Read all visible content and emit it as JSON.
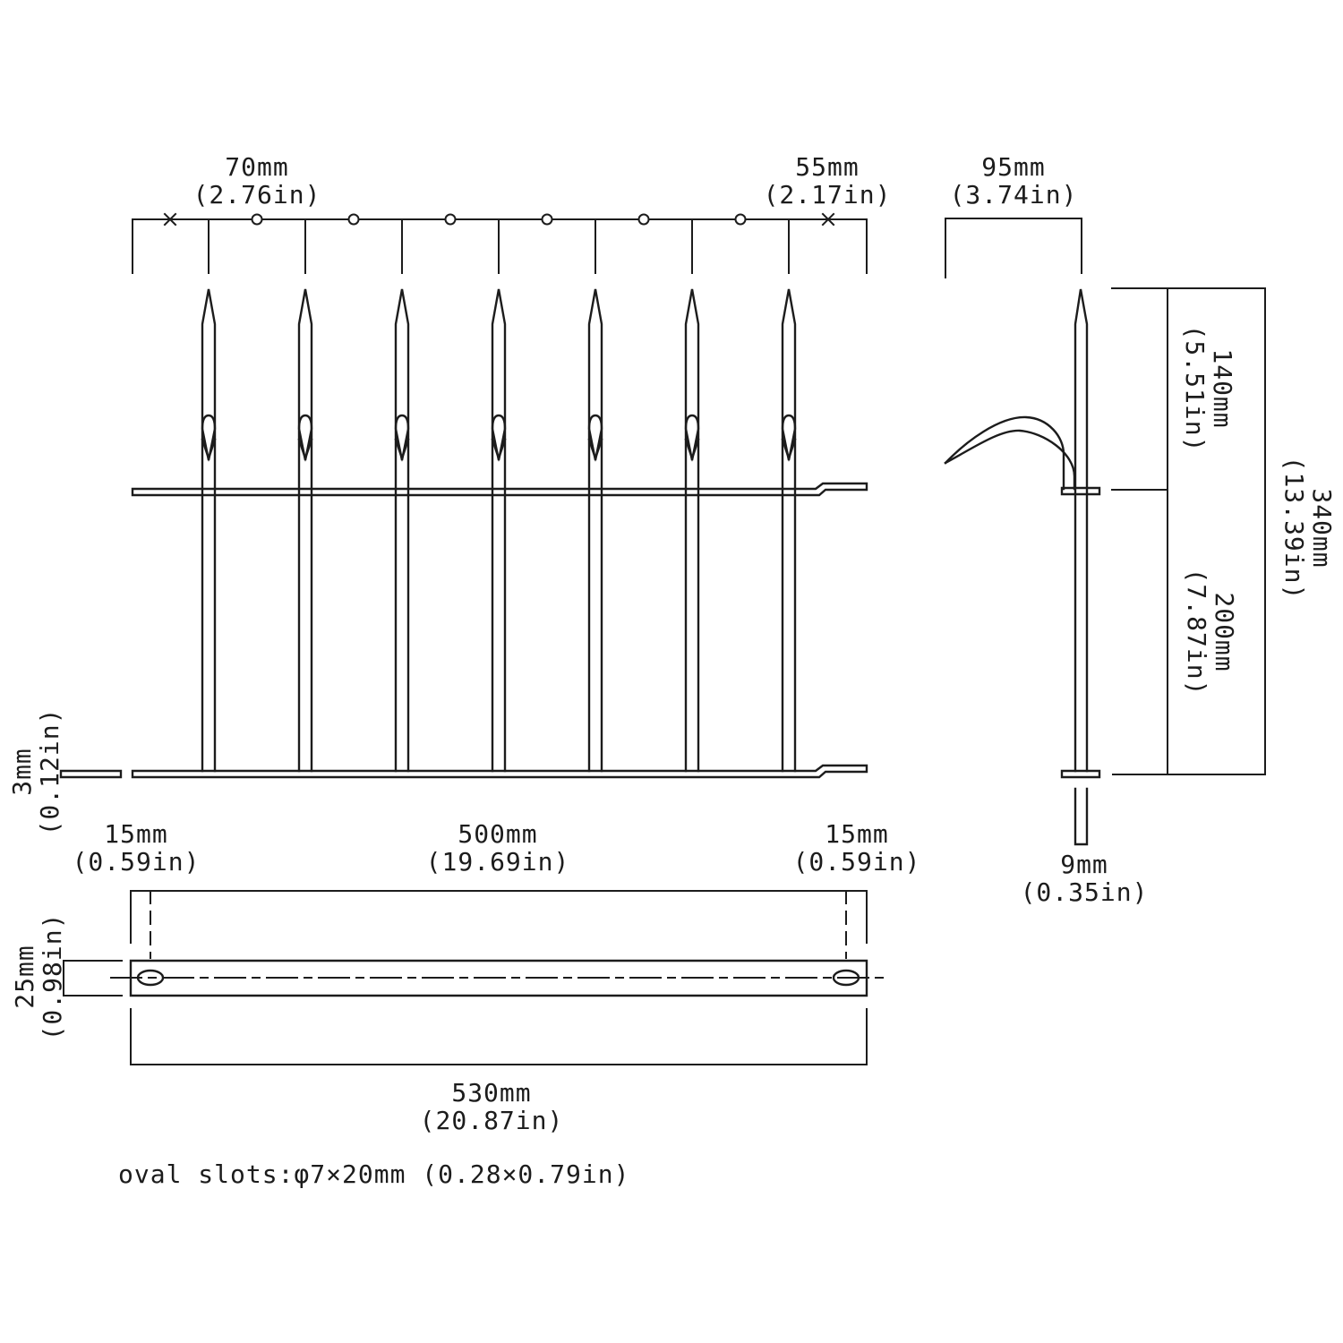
{
  "title": "Spiked fence panel dimensioned drawing",
  "colors": {
    "background": "#ffffff",
    "line": "#1c1c1c",
    "text": "#1c1c1c"
  },
  "front_view": {
    "spike_count": "7",
    "dim_spike_pitch": {
      "mm": "70mm",
      "inch": "(2.76in)"
    },
    "dim_end_offset": {
      "mm": "55mm",
      "inch": "(2.17in)"
    },
    "dim_rail_thickness": {
      "mm": "3mm",
      "inch": "(0.12in)"
    }
  },
  "side_view": {
    "dim_hook_depth": {
      "mm": "95mm",
      "inch": "(3.74in)"
    },
    "dim_above_rail": {
      "mm": "140mm",
      "inch": "(5.51in)"
    },
    "dim_overall_height": {
      "mm": "340mm",
      "inch": "(13.39in)"
    },
    "dim_between_rails": {
      "mm": "200mm",
      "inch": "(7.87in)"
    },
    "dim_spike_width": {
      "mm": "9mm",
      "inch": "(0.35in)"
    }
  },
  "bottom_view": {
    "dim_slot_inset_left": {
      "mm": "15mm",
      "inch": "(0.59in)"
    },
    "dim_slot_spacing": {
      "mm": "500mm",
      "inch": "(19.69in)"
    },
    "dim_slot_inset_right": {
      "mm": "15mm",
      "inch": "(0.59in)"
    },
    "dim_rail_width": {
      "mm": "25mm",
      "inch": "(0.98in)"
    },
    "dim_overall_length": {
      "mm": "530mm",
      "inch": "(20.87in)"
    }
  },
  "note": {
    "text": "oval slots:φ7×20mm (0.28×0.79in)"
  }
}
